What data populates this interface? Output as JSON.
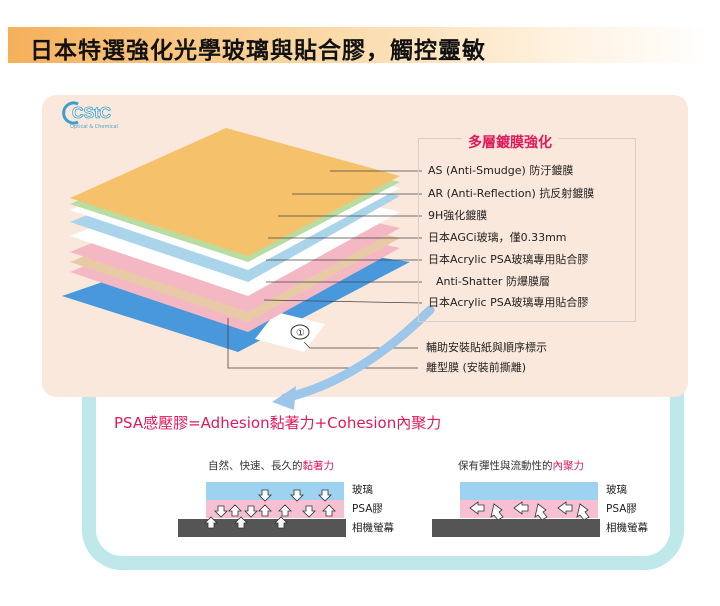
{
  "title": "日本特選強化光學玻璃與貼合膠，觸控靈敏",
  "logo": {
    "text": "CStC",
    "subtitle": "Optical & Chemical"
  },
  "callout": {
    "title": "多層鍍膜強化",
    "layers": [
      "AS (Anti-Smudge) 防汙鍍膜",
      "AR (Anti-Reflection) 抗反射鍍膜",
      "9H強化鍍膜",
      "日本AGCi玻璃，僅0.33mm",
      "日本Acrylic PSA玻璃專用貼合膠",
      "Anti-Shatter 防爆膜層",
      "日本Acrylic PSA玻璃專用貼合膠"
    ]
  },
  "extra_labels": [
    "輔助安裝貼紙與順序標示",
    "離型膜 (安裝前撕離)"
  ],
  "sticker_number": "①",
  "psa_formula": "PSA感壓膠=Adhesion黏著力+Cohesion內聚力",
  "adhesion": {
    "caption_prefix": "自然、快速、長久的",
    "caption_highlight": "黏著力",
    "labels": [
      "玻璃",
      "PSA膠",
      "相機螢幕"
    ]
  },
  "cohesion": {
    "caption_prefix": "保有彈性與流動性的",
    "caption_highlight": "內聚力",
    "labels": [
      "玻璃",
      "PSA膠",
      "相機螢幕"
    ]
  },
  "colors": {
    "accent": "#e0195a",
    "as_layer": "#f5c26b",
    "ar_layer": "#b9dca0",
    "hardcoat_layer": "#a9d4ea",
    "glass_layer": "#ffffff",
    "psa_layer": "#f4b8c4",
    "shatter_layer": "#e8caa6",
    "release_film": "#4a98dc",
    "frame": "#bfe8ea"
  }
}
